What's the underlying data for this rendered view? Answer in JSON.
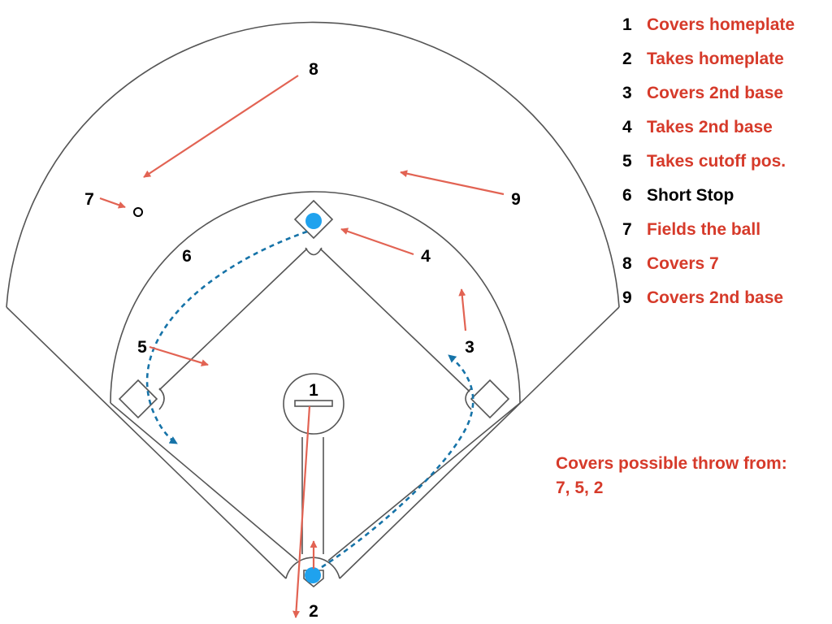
{
  "colors": {
    "action": "#d63a2a",
    "arrow": "#e26353",
    "path": "#1673a8",
    "player": "#1fa2ee",
    "line": "#555555",
    "text": "#000000"
  },
  "positions": {
    "p1": "1",
    "p2": "2",
    "p3": "3",
    "p4": "4",
    "p5": "5",
    "p6": "6",
    "p7": "7",
    "p8": "8",
    "p9": "9"
  },
  "legend": [
    {
      "num": "1",
      "text": "Covers homeplate",
      "highlight": true
    },
    {
      "num": "2",
      "text": "Takes homeplate",
      "highlight": true
    },
    {
      "num": "3",
      "text": "Covers 2nd base",
      "highlight": true
    },
    {
      "num": "4",
      "text": "Takes 2nd base",
      "highlight": true
    },
    {
      "num": "5",
      "text": "Takes cutoff pos.",
      "highlight": true
    },
    {
      "num": "6",
      "text": "Short Stop",
      "highlight": false
    },
    {
      "num": "7",
      "text": "Fields the ball",
      "highlight": true
    },
    {
      "num": "8",
      "text": "Covers 7",
      "highlight": true
    },
    {
      "num": "9",
      "text": "Covers 2nd base",
      "highlight": true
    }
  ],
  "note": {
    "line1": "Covers possible throw from:",
    "line2": "7, 5, 2"
  }
}
